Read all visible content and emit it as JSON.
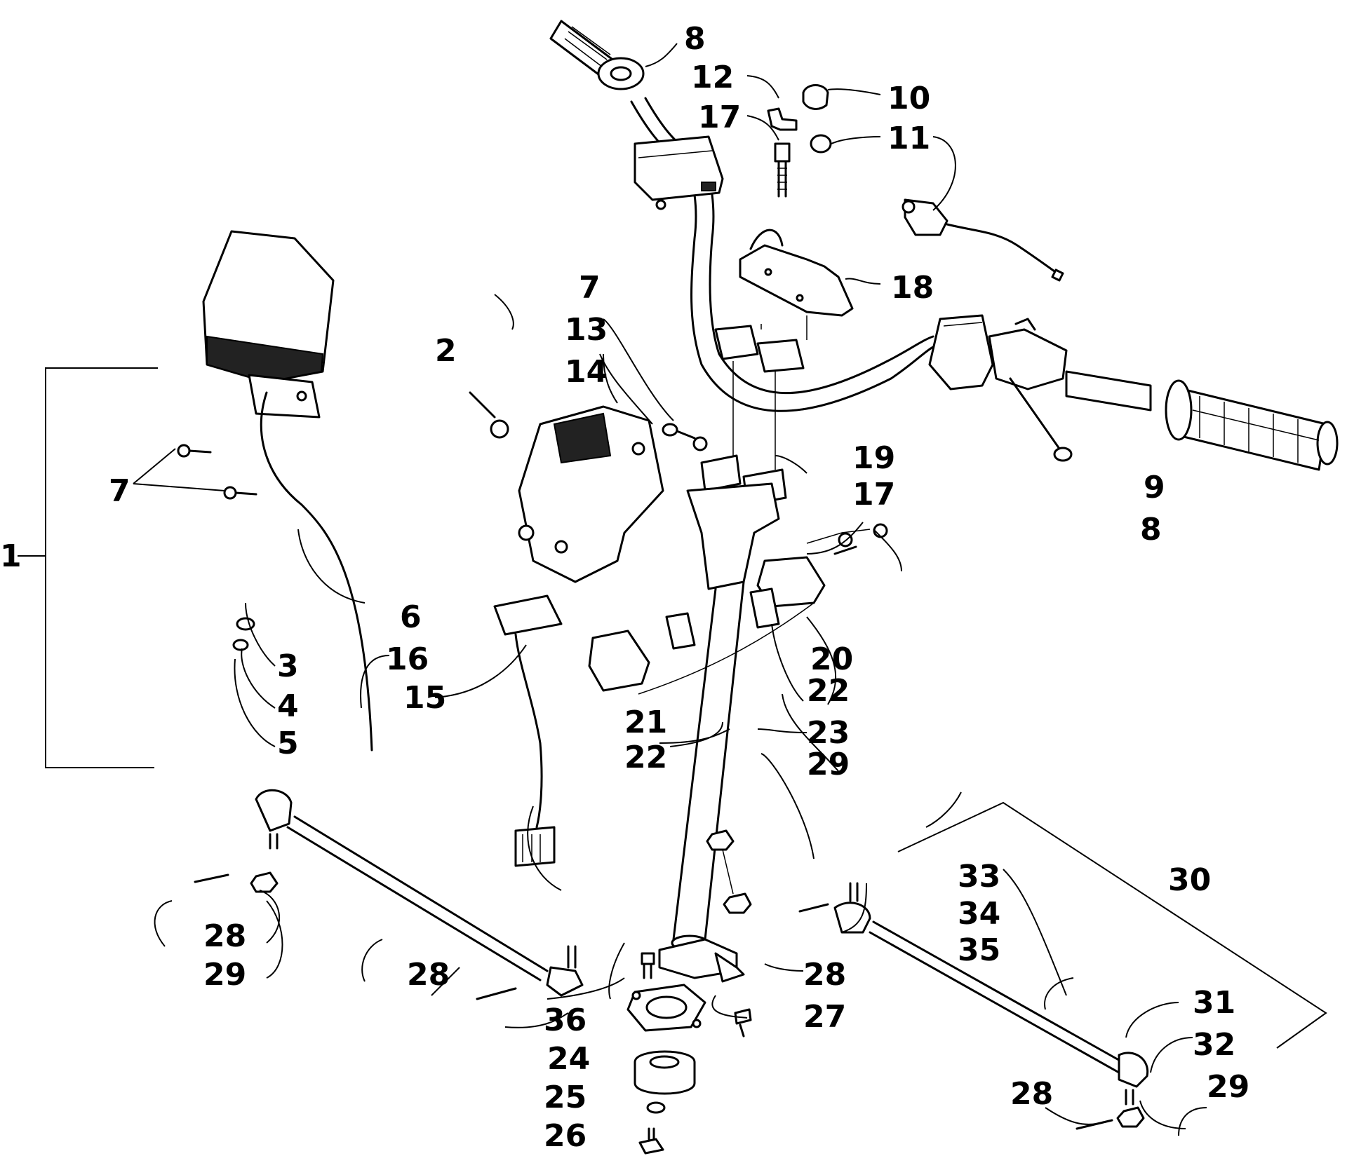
{
  "diagram": {
    "type": "exploded-parts-diagram",
    "callouts": [
      "1",
      "2",
      "3",
      "4",
      "5",
      "6",
      "7",
      "8",
      "9",
      "10",
      "11",
      "12",
      "13",
      "14",
      "15",
      "16",
      "17",
      "18",
      "19",
      "20",
      "21",
      "22",
      "23",
      "24",
      "25",
      "26",
      "27",
      "28",
      "29",
      "30",
      "31",
      "32",
      "33",
      "34",
      "35",
      "36"
    ]
  },
  "labels": {
    "l1": "1",
    "l2": "2",
    "l3": "3",
    "l4": "4",
    "l5": "5",
    "l6": "6",
    "l7": "7",
    "l8": "8",
    "l9": "9",
    "l10": "10",
    "l11": "11",
    "l12": "12",
    "l13": "13",
    "l14": "14",
    "l15": "15",
    "l16": "16",
    "l17": "17",
    "l18": "18",
    "l19": "19",
    "l20": "20",
    "l21": "21",
    "l22": "22",
    "l23": "23",
    "l24": "24",
    "l25": "25",
    "l26": "26",
    "l27": "27",
    "l28": "28",
    "l29": "29",
    "l30": "30",
    "l31": "31",
    "l32": "32",
    "l33": "33",
    "l34": "34",
    "l35": "35",
    "l36": "36"
  }
}
